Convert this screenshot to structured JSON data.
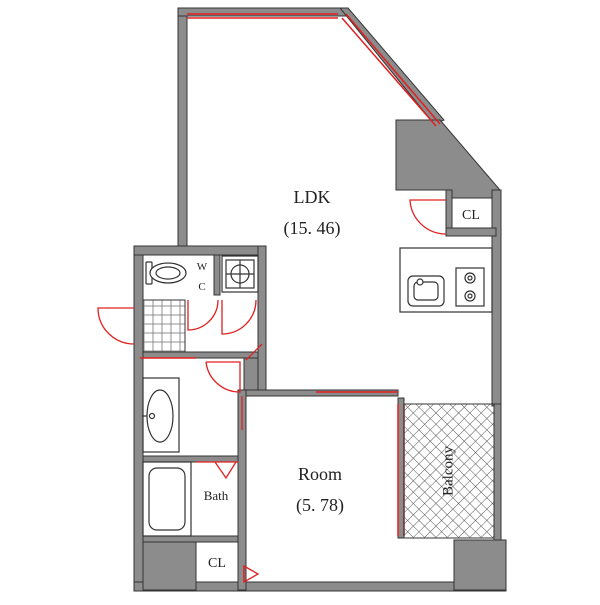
{
  "rooms": {
    "ldk": {
      "name": "LDK",
      "size": "(15. 46)"
    },
    "room": {
      "name": "Room",
      "size": "(5. 78)"
    },
    "balcony": {
      "name": "Balcony"
    },
    "bath": {
      "name": "Bath"
    },
    "wc": {
      "line1": "W",
      "line2": "C"
    },
    "closet_ldk": {
      "name": "CL"
    },
    "closet_bottom": {
      "name": "CL"
    }
  },
  "colors": {
    "wall_fill": "#8c8c8c",
    "wall_stroke": "#333333",
    "door_red": "#e02020",
    "fixture_line": "#333333"
  },
  "icons": [
    "toilet-icon",
    "stove-icon",
    "sink-icon",
    "washbasin-icon",
    "bathtub-icon",
    "laundry-tray-icon"
  ]
}
